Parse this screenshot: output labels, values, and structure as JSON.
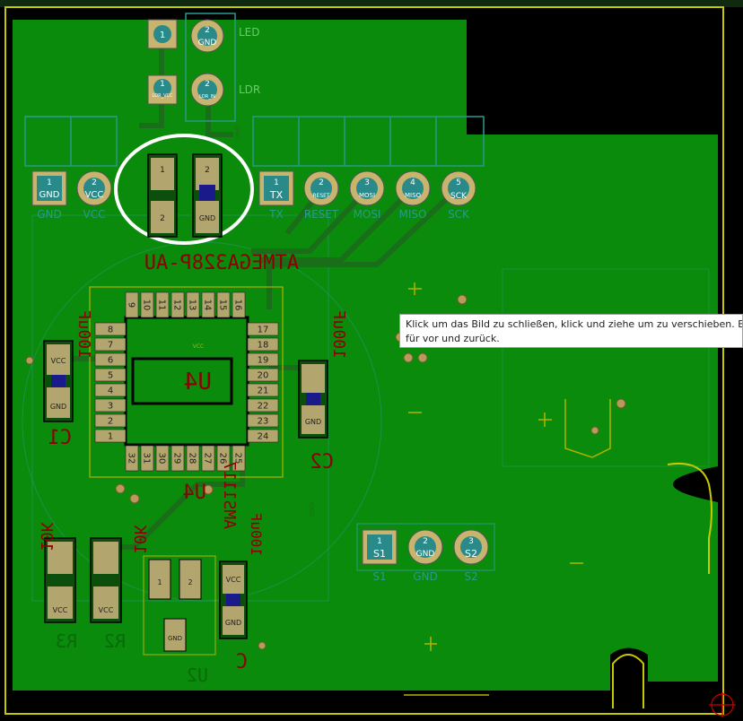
{
  "tooltip": {
    "line1": "Klick um das Bild zu schließen, klick und ziehe um zu verschieben. Benu",
    "line2": "für vor und zurück."
  },
  "header": {
    "led": "LED",
    "ldr": "LDR"
  },
  "pads": {
    "led_1": "1",
    "led_2": "2",
    "led_2_net": "GND",
    "ldr_1": "1",
    "ldr_1_net": "LDR_VCC",
    "ldr_2": "2",
    "ldr_2_net": "LDR_IN",
    "pwr_1": "1",
    "pwr_1_net": "GND",
    "pwr_2": "2",
    "pwr_2_net": "VCC",
    "prog_1": "1",
    "prog_1_net": "TX",
    "prog_2": "2",
    "prog_2_net": "RESET",
    "prog_3": "3",
    "prog_3_net": "MOSI",
    "prog_4": "4",
    "prog_4_net": "MISO",
    "prog_5": "5",
    "prog_5_net": "SCK",
    "sw_1": "1",
    "sw_1_net": "S1",
    "sw_2": "2",
    "sw_2_net": "GND",
    "sw_3": "3",
    "sw_3_net": "S2"
  },
  "silk": {
    "pwr_gnd": "GND",
    "pwr_vcc": "VCC",
    "prog_tx": "TX",
    "prog_reset": "RESET",
    "prog_mosi": "MOSI",
    "prog_miso": "MISO",
    "prog_sck": "SCK",
    "sw_s1": "S1",
    "sw_gnd": "GND",
    "sw_s2": "S2",
    "mcu_ref": "ATMEGA328P-AU",
    "u4": "U4",
    "u4_b": "U4",
    "c1": "C1",
    "c1_val": "100uF",
    "c2": "C2",
    "c2_val": "100uF",
    "r2": "R2",
    "r3": "R3",
    "r3_val": "10K",
    "u2": "U2",
    "u2_val": "AMS1117",
    "c3_val": "100uF",
    "c_ref": "C",
    "ic_vcc": "VCC",
    "gnd_small": "GND",
    "val_10k": "10K"
  },
  "chip_pins": {
    "top": [
      "9",
      "10",
      "11",
      "12",
      "13",
      "14",
      "15",
      "16"
    ],
    "left": [
      "8",
      "7",
      "6",
      "5",
      "4",
      "3",
      "2",
      "1"
    ],
    "right": [
      "17",
      "18",
      "19",
      "20",
      "21",
      "22",
      "23",
      "24"
    ],
    "bottom": [
      "32",
      "31",
      "30",
      "29",
      "28",
      "27",
      "26",
      "25"
    ]
  },
  "colors": {
    "board": "#0a8a0a",
    "copper": "#0c6e0c",
    "silk": "#b2b200",
    "fab": "#8b0000"
  }
}
